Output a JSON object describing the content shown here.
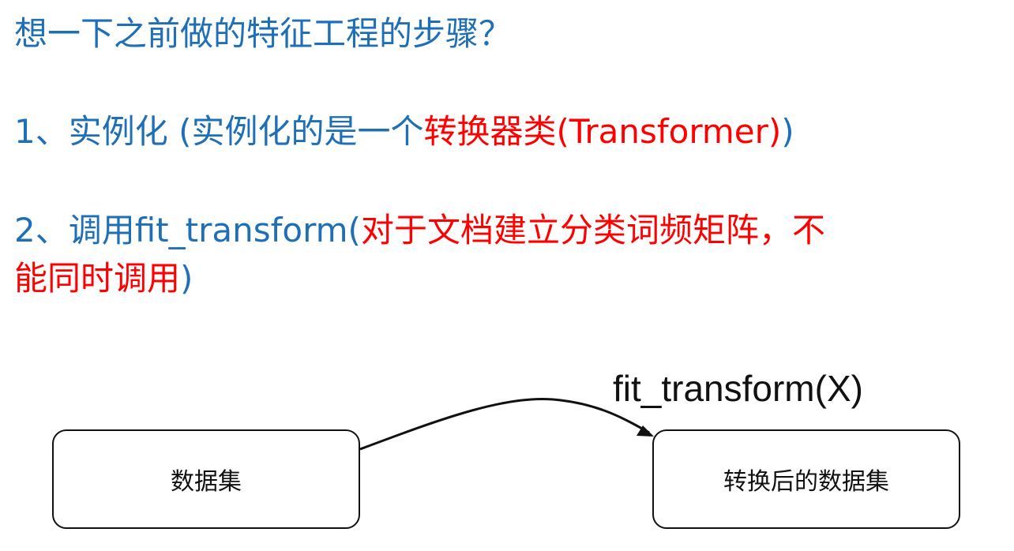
{
  "heading": "想一下之前做的特征工程的步骤？",
  "step1": {
    "blue_a": "1、实例化 (实例化的是一个",
    "red": "转换器类(Transformer)",
    "blue_b": ")"
  },
  "step2": {
    "blue_a": "2、调用fit_transform(",
    "red_a": "对于文档建立分类词频矩阵，不",
    "red_b": "能同时调用",
    "blue_b": ")"
  },
  "diagram": {
    "left_box": "数据集",
    "right_box": "转换后的数据集",
    "arrow_label": "fit_transform(X)"
  }
}
